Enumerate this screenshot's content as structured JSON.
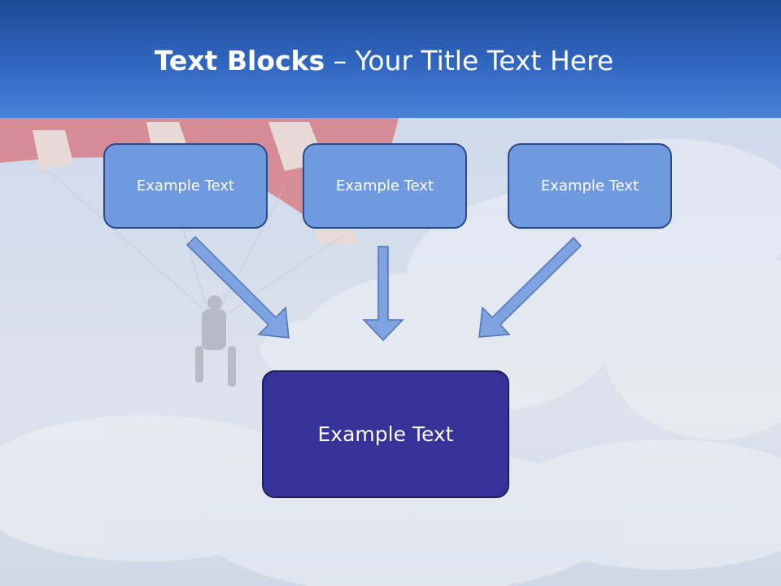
{
  "title": {
    "bold": "Text Blocks",
    "rest": " – Your Title Text Here"
  },
  "boxes": [
    {
      "label": "Example Text"
    },
    {
      "label": "Example Text"
    },
    {
      "label": "Example Text"
    }
  ],
  "target": {
    "label": "Example Text"
  },
  "colors": {
    "header": "#2f64bd",
    "small_box": "#6f9ae0",
    "big_box": "#35339a",
    "arrow": "#7ea3e0"
  }
}
